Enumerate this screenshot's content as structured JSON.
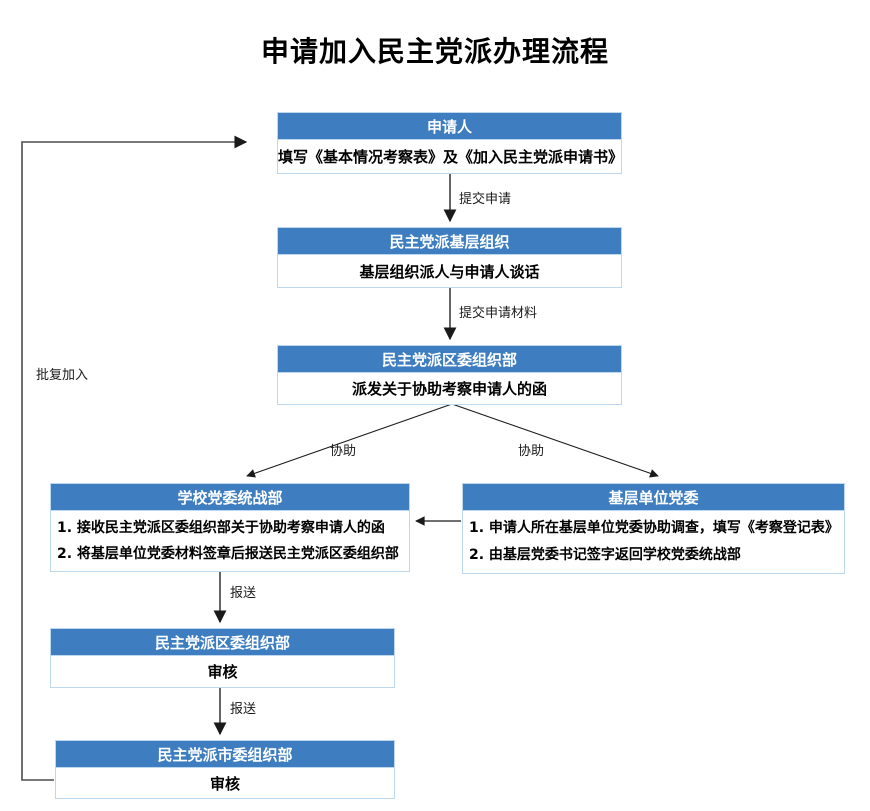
{
  "title": "申请加入民主党派办理流程",
  "colors": {
    "header_bg": "#3E7EC0",
    "box_border": "#BDD7EE",
    "arrow": "#3d3d3d",
    "text": "#000000"
  },
  "boxes": {
    "applicant": {
      "header": "申请人",
      "body": "填写《基本情况考察表》及《加入民主党派申请书》"
    },
    "grassroots_org": {
      "header": "民主党派基层组织",
      "body": "基层组织派人与申请人谈话"
    },
    "district_committee": {
      "header": "民主党派区委组织部",
      "body": "派发关于协助考察申请人的函"
    },
    "school_united_front": {
      "header": "学校党委统战部",
      "items": [
        "1. 接收民主党派区委组织部关于协助考察申请人的函",
        "2. 将基层单位党委材料签章后报送民主党派区委组织部"
      ]
    },
    "grassroots_unit": {
      "header": "基层单位党委",
      "items": [
        "1. 申请人所在基层单位党委协助调查，填写《考察登记表》",
        "2. 由基层党委书记签字返回学校党委统战部"
      ]
    },
    "district_committee_review": {
      "header": "民主党派区委组织部",
      "body": "审核"
    },
    "city_committee_review": {
      "header": "民主党派市委组织部",
      "body": "审核"
    }
  },
  "labels": {
    "submit_application": "提交申请",
    "submit_materials": "提交申请材料",
    "assist_left": "协助",
    "assist_right": "协助",
    "report_1": "报送",
    "report_2": "报送",
    "approve_join": "批复加入"
  }
}
